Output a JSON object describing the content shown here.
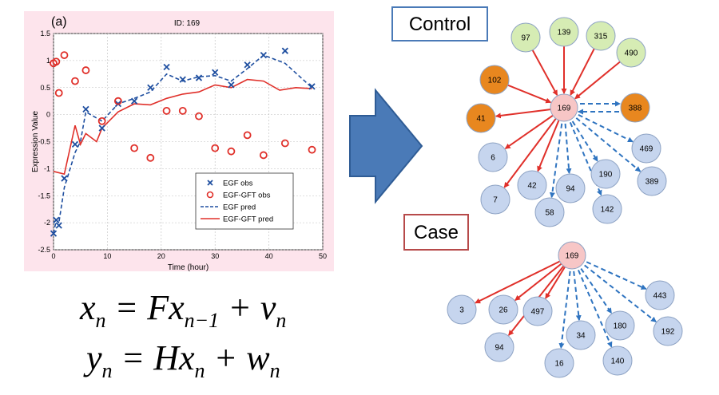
{
  "panel_label": "(a)",
  "chart_data": {
    "type": "line",
    "title": "ID: 169",
    "xlabel": "Time (hour)",
    "ylabel": "Expression Value",
    "xlim": [
      0,
      50
    ],
    "ylim": [
      -2.5,
      1.5
    ],
    "xticks": [
      0,
      10,
      20,
      30,
      40,
      50
    ],
    "yticks": [
      -2.5,
      -2,
      -1.5,
      -1,
      -0.5,
      0,
      0.5,
      1,
      1.5
    ],
    "grid": true,
    "legend_position": "lower-right",
    "series": [
      {
        "name": "EGF obs",
        "style": "x-marker",
        "color": "#1f4fa0",
        "x": [
          0,
          0.5,
          1,
          2,
          4,
          6,
          9,
          12,
          15,
          18,
          21,
          24,
          27,
          30,
          33,
          36,
          39,
          43,
          48
        ],
        "y": [
          -2.2,
          -1.95,
          -2.05,
          -1.18,
          -0.55,
          0.1,
          -0.25,
          0.2,
          0.25,
          0.5,
          0.88,
          0.65,
          0.68,
          0.78,
          0.55,
          0.92,
          1.1,
          1.18,
          0.52
        ]
      },
      {
        "name": "EGF-GFT obs",
        "style": "o-marker",
        "color": "#e0302a",
        "x": [
          0,
          0.5,
          1,
          2,
          4,
          6,
          9,
          12,
          15,
          18,
          21,
          24,
          27,
          30,
          33,
          36,
          39,
          43,
          48
        ],
        "y": [
          0.95,
          0.98,
          0.4,
          1.1,
          0.62,
          0.82,
          -0.12,
          0.25,
          -0.62,
          -0.8,
          0.07,
          0.07,
          -0.03,
          -0.62,
          -0.68,
          -0.38,
          -0.75,
          -0.53,
          -0.65
        ]
      },
      {
        "name": "EGF pred",
        "style": "dashed",
        "color": "#1f4fa0",
        "x": [
          0,
          0.5,
          1,
          2,
          4,
          5,
          6,
          9,
          12,
          15,
          18,
          21,
          24,
          27,
          30,
          33,
          36,
          39,
          43,
          48
        ],
        "y": [
          -2.2,
          -1.95,
          -2.0,
          -1.35,
          -0.7,
          -0.5,
          0.05,
          -0.12,
          0.2,
          0.3,
          0.42,
          0.75,
          0.62,
          0.7,
          0.72,
          0.62,
          0.85,
          1.1,
          0.95,
          0.5
        ]
      },
      {
        "name": "EGF-GFT pred",
        "style": "solid",
        "color": "#e0302a",
        "x": [
          0,
          2,
          4,
          5,
          6,
          8,
          9,
          12,
          15,
          18,
          21,
          24,
          27,
          30,
          33,
          36,
          39,
          42,
          45,
          48
        ],
        "y": [
          -1.05,
          -1.1,
          -0.2,
          -0.55,
          -0.35,
          -0.5,
          -0.25,
          0.05,
          0.2,
          0.18,
          0.3,
          0.38,
          0.42,
          0.55,
          0.5,
          0.65,
          0.62,
          0.45,
          0.5,
          0.48
        ]
      }
    ]
  },
  "equations": {
    "state": "x_n = F x_{n-1} + v_n",
    "observation": "y_n = H x_n + w_n"
  },
  "network": {
    "colors": {
      "green": "#d6ecb4",
      "orange": "#e8871f",
      "pink": "#f7c6c6",
      "blue": "#c6d5ee",
      "red_edge": "#e0302a",
      "blue_edge": "#2f74c0"
    },
    "control": {
      "label": "Control",
      "center": "169",
      "nodes": [
        "97",
        "139",
        "315",
        "490",
        "102",
        "41",
        "388",
        "6",
        "469",
        "42",
        "94",
        "190",
        "389",
        "7",
        "58",
        "142"
      ]
    },
    "case": {
      "label": "Case",
      "center": "169",
      "nodes": [
        "3",
        "26",
        "497",
        "34",
        "180",
        "443",
        "192",
        "94",
        "16",
        "140"
      ]
    }
  }
}
